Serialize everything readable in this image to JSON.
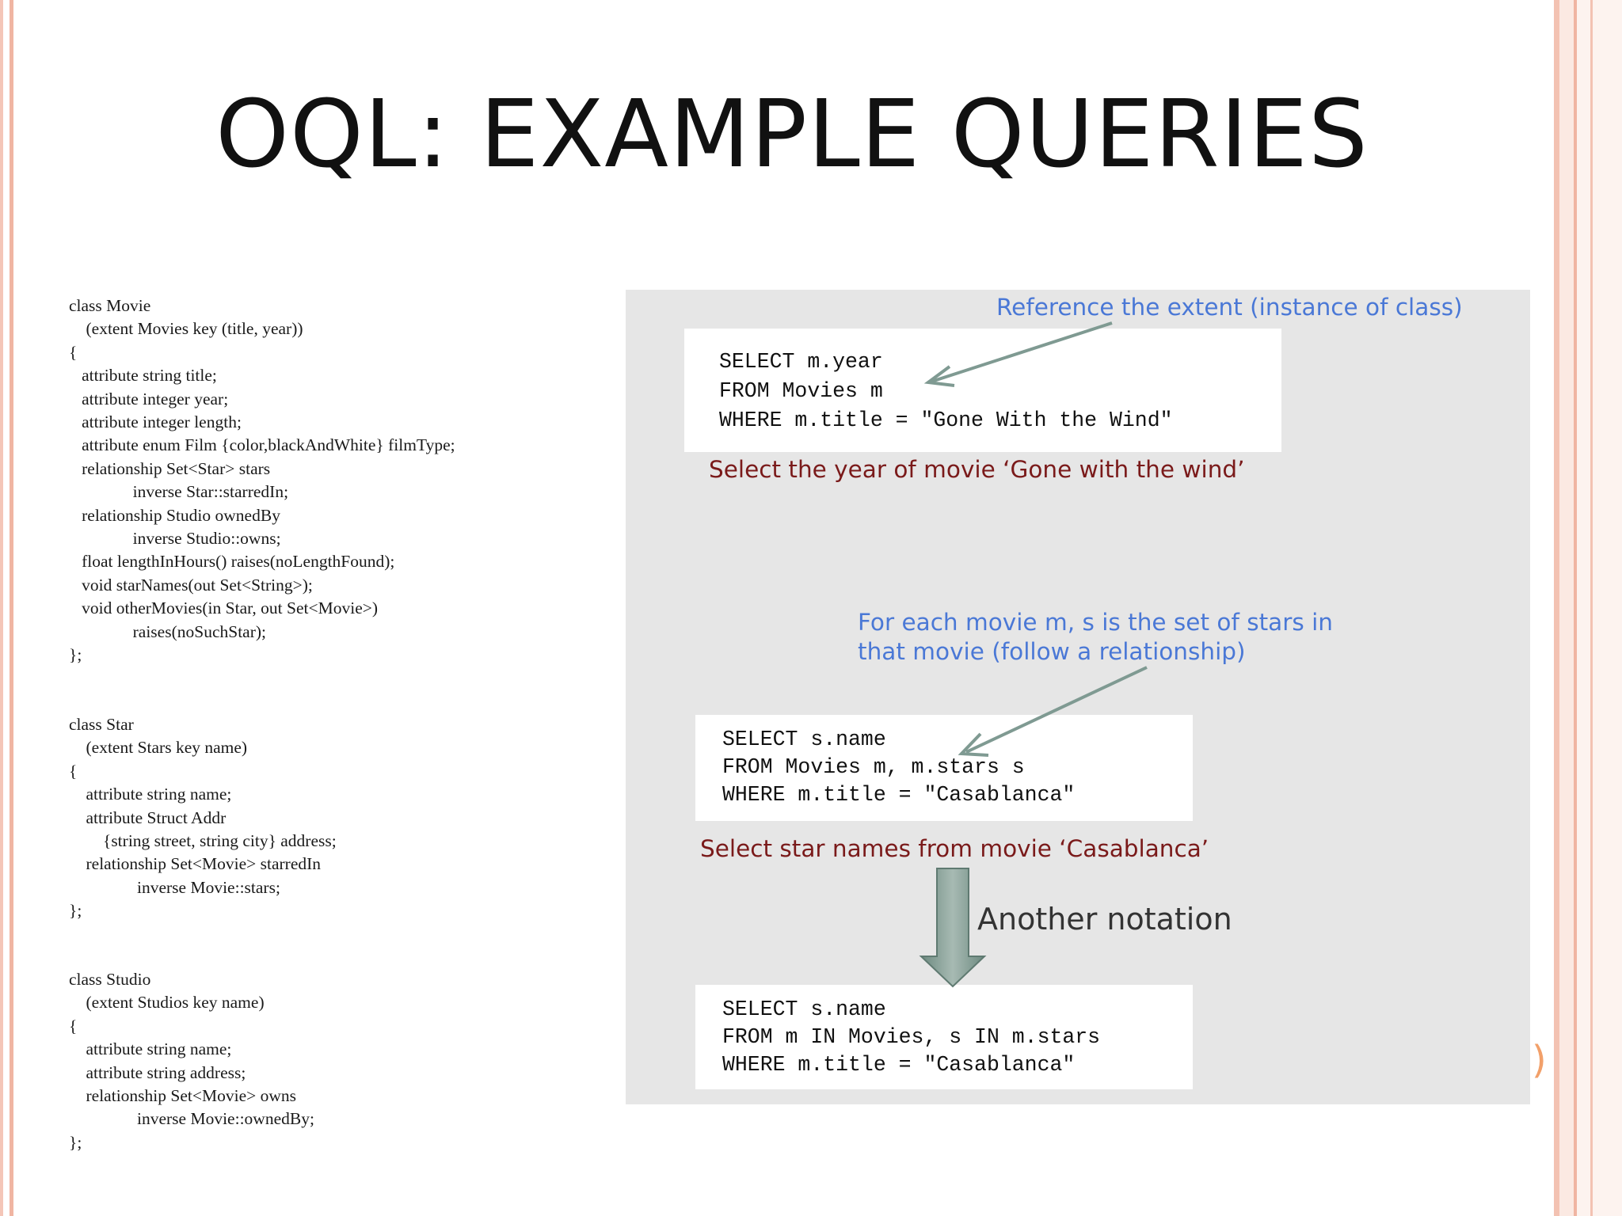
{
  "slide": {
    "title": "OQL: EXAMPLE QUERIES"
  },
  "schema": {
    "movie_class": "class Movie\n    (extent Movies key (title, year))\n{\n   attribute string title;\n   attribute integer year;\n   attribute integer length;\n   attribute enum Film {color,blackAndWhite} filmType;\n   relationship Set<Star> stars\n               inverse Star::starredIn;\n   relationship Studio ownedBy\n               inverse Studio::owns;\n   float lengthInHours() raises(noLengthFound);\n   void starNames(out Set<String>);\n   void otherMovies(in Star, out Set<Movie>)\n               raises(noSuchStar);\n};",
    "star_class": "class Star\n    (extent Stars key name)\n{\n    attribute string name;\n    attribute Struct Addr\n        {string street, string city} address;\n    relationship Set<Movie> starredIn\n                inverse Movie::stars;\n};",
    "studio_class": "class Studio\n    (extent Studios key name)\n{\n    attribute string name;\n    attribute string address;\n    relationship Set<Movie> owns\n                inverse Movie::ownedBy;\n};"
  },
  "queries": {
    "q1": "SELECT m.year\nFROM Movies m\nWHERE m.title = \"Gone With the Wind\"",
    "q2": "SELECT s.name\nFROM Movies m, m.stars s\nWHERE m.title = \"Casablanca\"",
    "q3": "SELECT s.name\nFROM m IN Movies, s IN m.stars\nWHERE m.title = \"Casablanca\""
  },
  "annotations": {
    "extent_note": "Reference the extent (instance of class)",
    "caption_1": "Select the year of movie ‘Gone with the wind’",
    "relationship_note": "For each movie m, s is the set of stars in\nthat movie (follow a relationship)",
    "caption_2": "Select star names from movie ‘Casablanca’",
    "notation_note": "Another notation"
  },
  "colors": {
    "note_blue": "#4a78d6",
    "caption_darkred": "#7a1a1a",
    "panel_grey": "#e6e6e6",
    "border_salmon": "#f0b5a2"
  }
}
